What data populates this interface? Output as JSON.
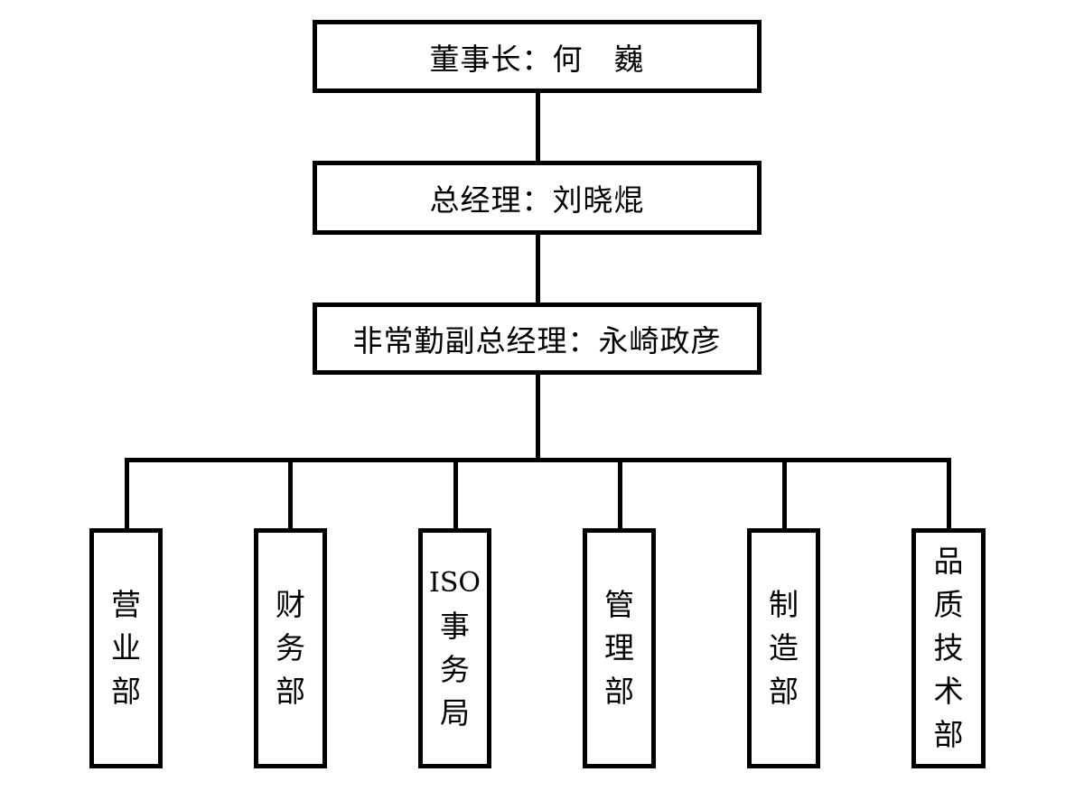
{
  "chairman": "董事长：何　巍",
  "general_manager": "总经理：刘晓焜",
  "deputy_general_manager": "非常勤副总经理：永崎政彦",
  "departments": [
    {
      "lines": [
        "营",
        "业",
        "部"
      ]
    },
    {
      "lines": [
        "财",
        "务",
        "部"
      ]
    },
    {
      "lines": [
        "ISO",
        "事",
        "务",
        "局"
      ]
    },
    {
      "lines": [
        "管",
        "理",
        "部"
      ]
    },
    {
      "lines": [
        "制",
        "造",
        "部"
      ]
    },
    {
      "lines": [
        "品",
        "质",
        "技",
        "术",
        "部"
      ]
    }
  ]
}
